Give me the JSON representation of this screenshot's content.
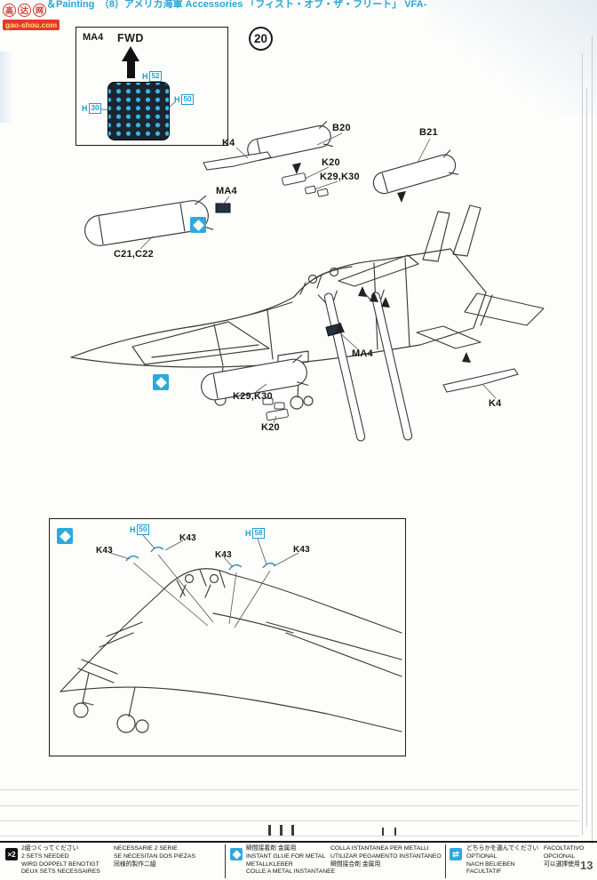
{
  "watermark": {
    "logo_chars": [
      "高",
      "达",
      "网"
    ],
    "site": "gao-shou.com"
  },
  "top_strip": {
    "line1": "＆Painting　（8）アメリカ海軍 Accessories 「フィスト・オブ・ザ・フリート」 VFA-"
  },
  "step_number": "20",
  "inset": {
    "part_label": "MA4",
    "fwd_label": "FWD",
    "h_labels": [
      {
        "prefix": "H",
        "num": "52"
      },
      {
        "prefix": "H",
        "num": "50"
      },
      {
        "prefix": "H",
        "num": "30"
      }
    ]
  },
  "main_labels": [
    "K4",
    "B20",
    "K20",
    "K29,K30",
    "B21",
    "MA4",
    "C21,C22",
    "MA4",
    "K29,K30",
    "K20",
    "K4"
  ],
  "lower_box": {
    "h_labels": [
      {
        "prefix": "H",
        "num": "50"
      },
      {
        "prefix": "H",
        "num": "58"
      }
    ],
    "k_labels": [
      "K43",
      "K43",
      "K43",
      "K43"
    ]
  },
  "footer": {
    "sets_icon": "×2",
    "sets_a": [
      "2組つくってください",
      "2 SETS NEEDED",
      "WIRD DOPPELT BENOTIGT",
      "DEUX SETS NECESSAIRES"
    ],
    "sets_b": [
      "NECESSARIE 2 SERIE",
      "SE NECESITAN DOS PIEZAS",
      "同様的製作二組"
    ],
    "glue_a": [
      "瞬間接着剤 金属用",
      "INSTANT GLUE FOR METAL",
      "METALLKLEBER",
      "COLLE A METAL INSTANTANEE"
    ],
    "glue_b": [
      "COLLA ISTANTANEA PER METALLI",
      "UTILIZAR PEGAMENTO INSTANTANEO",
      "瞬間接合剤 金属用"
    ],
    "optional_icon": "⇄",
    "optional_a": [
      "どちらかを選んでください",
      "OPTIONAL",
      "NACH BELIEBEN",
      "FACULTATIF"
    ],
    "optional_b": [
      "FACOLTATIVO",
      "OPCIONAL",
      "可以選擇使用"
    ]
  },
  "page_number": "13",
  "colors": {
    "accent_blue": "#2fa8db",
    "label_blue": "#1b9cd8",
    "line": "#3b3b3b",
    "red": "#d2332b"
  }
}
